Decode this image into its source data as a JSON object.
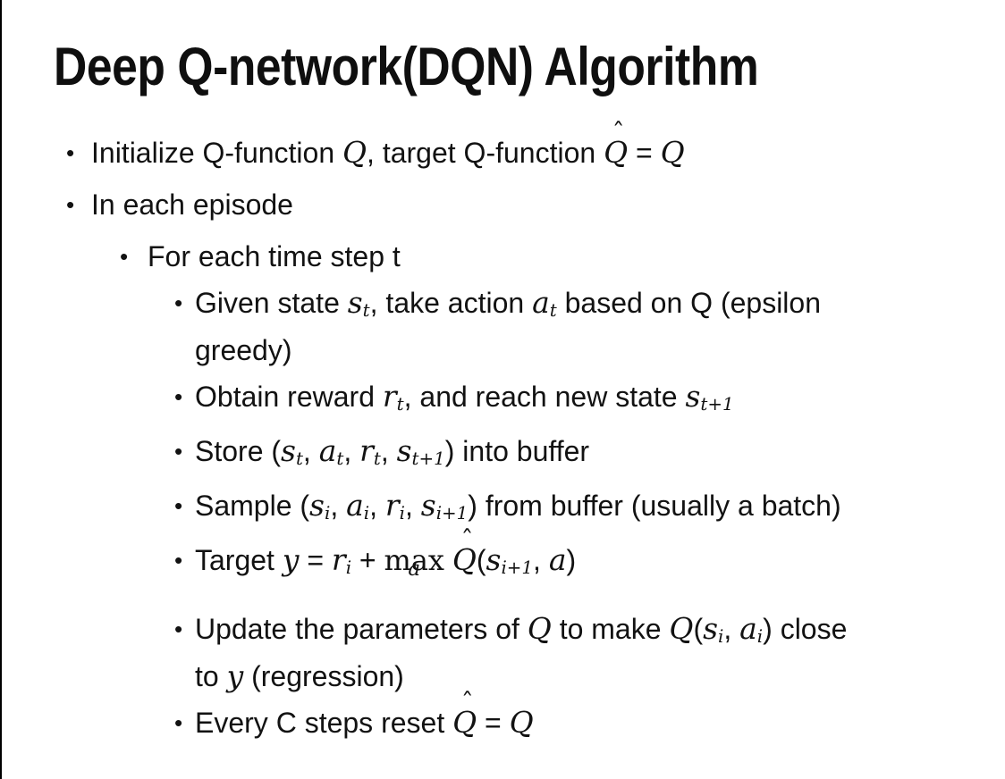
{
  "slide": {
    "title": "Deep Q-network(DQN) Algorithm",
    "bullet_glyph": "•",
    "hat_glyph": "ˆ",
    "colors": {
      "background": "#ffffff",
      "text": "#121212",
      "border": "#000000"
    },
    "bullets": [
      {
        "level": 1,
        "lines": [
          [
            [
              "t",
              "Initialize Q-function "
            ],
            [
              "m",
              "Q"
            ],
            [
              "t",
              ", target Q-function "
            ],
            [
              "mh",
              "Q"
            ],
            [
              "t",
              " = "
            ],
            [
              "m",
              "Q"
            ]
          ]
        ]
      },
      {
        "level": 1,
        "lines": [
          [
            [
              "t",
              "In each episode"
            ]
          ]
        ]
      },
      {
        "level": 2,
        "lines": [
          [
            [
              "t",
              "For each time step t"
            ]
          ]
        ]
      },
      {
        "level": 3,
        "lines": [
          [
            [
              "t",
              "Given state "
            ],
            [
              "m",
              "s"
            ],
            [
              "sub",
              "t"
            ],
            [
              "t",
              ", take action "
            ],
            [
              "m",
              "a"
            ],
            [
              "sub",
              "t"
            ],
            [
              "t",
              " based on Q (epsilon"
            ]
          ],
          [
            [
              "t",
              "greedy)"
            ]
          ]
        ]
      },
      {
        "level": 3,
        "lines": [
          [
            [
              "t",
              "Obtain reward "
            ],
            [
              "m",
              "r"
            ],
            [
              "sub",
              "t"
            ],
            [
              "t",
              ", and reach new state "
            ],
            [
              "m",
              "s"
            ],
            [
              "sub",
              "t+1"
            ]
          ]
        ]
      },
      {
        "level": 3,
        "lines": [
          [
            [
              "t",
              "Store ("
            ],
            [
              "m",
              "s"
            ],
            [
              "sub",
              "t"
            ],
            [
              "t",
              ", "
            ],
            [
              "m",
              "a"
            ],
            [
              "sub",
              "t"
            ],
            [
              "t",
              ", "
            ],
            [
              "m",
              "r"
            ],
            [
              "sub",
              "t"
            ],
            [
              "t",
              ", "
            ],
            [
              "m",
              "s"
            ],
            [
              "sub",
              "t+1"
            ],
            [
              "t",
              ") into buffer"
            ]
          ]
        ]
      },
      {
        "level": 3,
        "lines": [
          [
            [
              "t",
              "Sample ("
            ],
            [
              "m",
              "s"
            ],
            [
              "sub",
              "i"
            ],
            [
              "t",
              ", "
            ],
            [
              "m",
              "a"
            ],
            [
              "sub",
              "i"
            ],
            [
              "t",
              ", "
            ],
            [
              "m",
              "r"
            ],
            [
              "sub",
              "i"
            ],
            [
              "t",
              ", "
            ],
            [
              "m",
              "s"
            ],
            [
              "sub",
              "i+1"
            ],
            [
              "t",
              ") from buffer (usually a batch)"
            ]
          ]
        ]
      },
      {
        "level": 3,
        "gap_after": true,
        "lines": [
          [
            [
              "t",
              "Target "
            ],
            [
              "m",
              "y"
            ],
            [
              "t",
              " = "
            ],
            [
              "m",
              "r"
            ],
            [
              "sub",
              "i"
            ],
            [
              "t",
              " + "
            ],
            [
              "limop",
              "max",
              "a"
            ],
            [
              "t",
              " "
            ],
            [
              "mh",
              "Q"
            ],
            [
              "t",
              "("
            ],
            [
              "m",
              "s"
            ],
            [
              "sub",
              "i+1"
            ],
            [
              "t",
              ", "
            ],
            [
              "m",
              "a"
            ],
            [
              "t",
              ")"
            ]
          ]
        ]
      },
      {
        "level": 3,
        "lines": [
          [
            [
              "t",
              "Update the parameters of "
            ],
            [
              "m",
              "Q"
            ],
            [
              "t",
              " to make "
            ],
            [
              "m",
              "Q"
            ],
            [
              "t",
              "("
            ],
            [
              "m",
              "s"
            ],
            [
              "sub",
              "i"
            ],
            [
              "t",
              ", "
            ],
            [
              "m",
              "a"
            ],
            [
              "sub",
              "i"
            ],
            [
              "t",
              ") close"
            ]
          ],
          [
            [
              "t",
              "to "
            ],
            [
              "m",
              "y"
            ],
            [
              "t",
              " (regression)"
            ]
          ]
        ]
      },
      {
        "level": 3,
        "lines": [
          [
            [
              "t",
              "Every C steps reset "
            ],
            [
              "mh",
              "Q"
            ],
            [
              "t",
              " = "
            ],
            [
              "m",
              "Q"
            ]
          ]
        ]
      }
    ]
  }
}
